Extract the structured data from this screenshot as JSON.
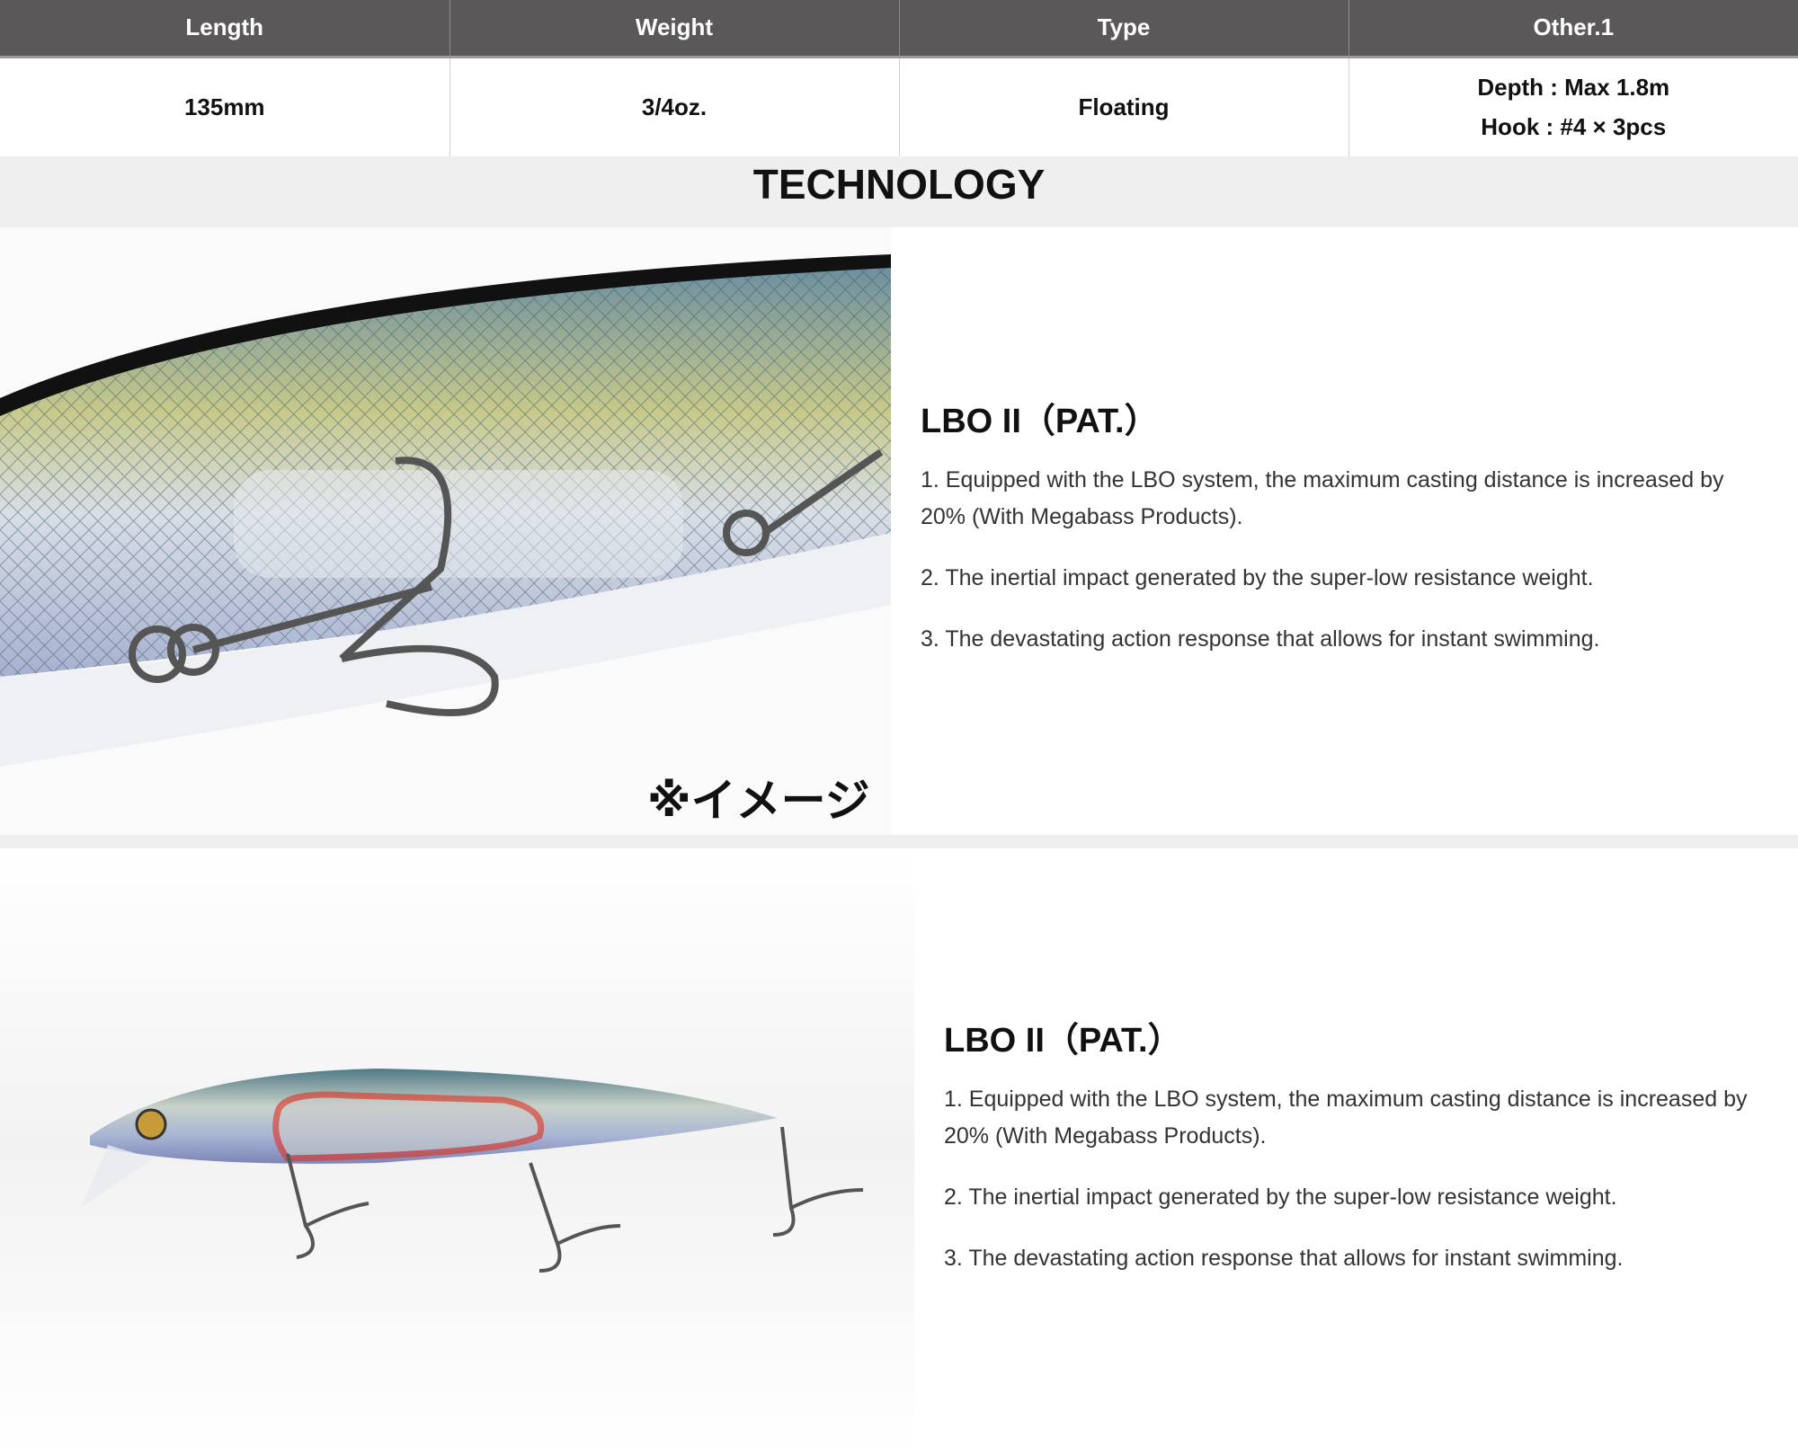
{
  "spec_table": {
    "headers": [
      "Length",
      "Weight",
      "Type",
      "Other.1"
    ],
    "values": [
      "135mm",
      "3/4oz.",
      "Floating"
    ],
    "other": [
      "Depth : Max 1.8m",
      "Hook : #4 × 3pcs"
    ]
  },
  "technology_title": "TECHNOLOGY",
  "sections": [
    {
      "heading": "LBO II（PAT.）",
      "items": [
        "1. Equipped with the LBO system, the maximum casting distance is increased by 20% (With Megabass Products).",
        "2. The inertial impact generated by the super-low resistance weight.",
        "3. The devastating action response that allows for instant swimming."
      ],
      "image_caption": "※イメージ"
    },
    {
      "heading": "LBO II（PAT.）",
      "items": [
        "1. Equipped with the LBO system, the maximum casting distance is increased by 20% (With Megabass Products).",
        "2. The inertial impact generated by the super-low resistance weight.",
        "3. The devastating action response that allows for instant swimming."
      ]
    }
  ]
}
